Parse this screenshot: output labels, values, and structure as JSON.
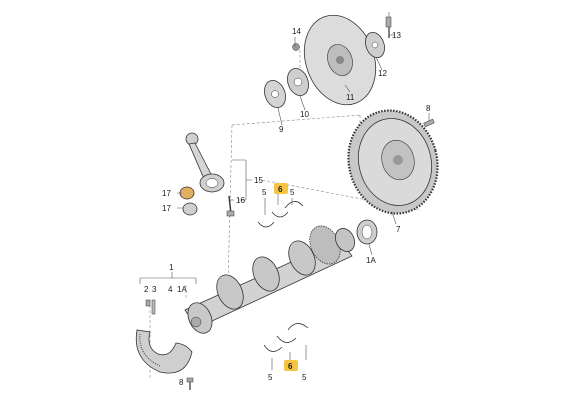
{
  "diagram": {
    "highlight_color": "#f5c542",
    "part_color": "#d9d9d9",
    "callouts": {
      "c1": "1",
      "c1A_left": "1A",
      "c1A_right": "1A",
      "c2": "2",
      "c3": "3",
      "c4": "4",
      "c5_top_a": "5",
      "c5_top_b": "5",
      "c5_bot_a": "5",
      "c5_bot_b": "5",
      "c6_top": "6",
      "c6_bot": "6",
      "c7": "7",
      "c8_top": "8",
      "c8_bot": "8",
      "c9": "9",
      "c10": "10",
      "c11": "11",
      "c12": "12",
      "c13": "13",
      "c14": "14",
      "c15": "15",
      "c16": "16",
      "c17_a": "17",
      "c17_b": "17"
    }
  }
}
